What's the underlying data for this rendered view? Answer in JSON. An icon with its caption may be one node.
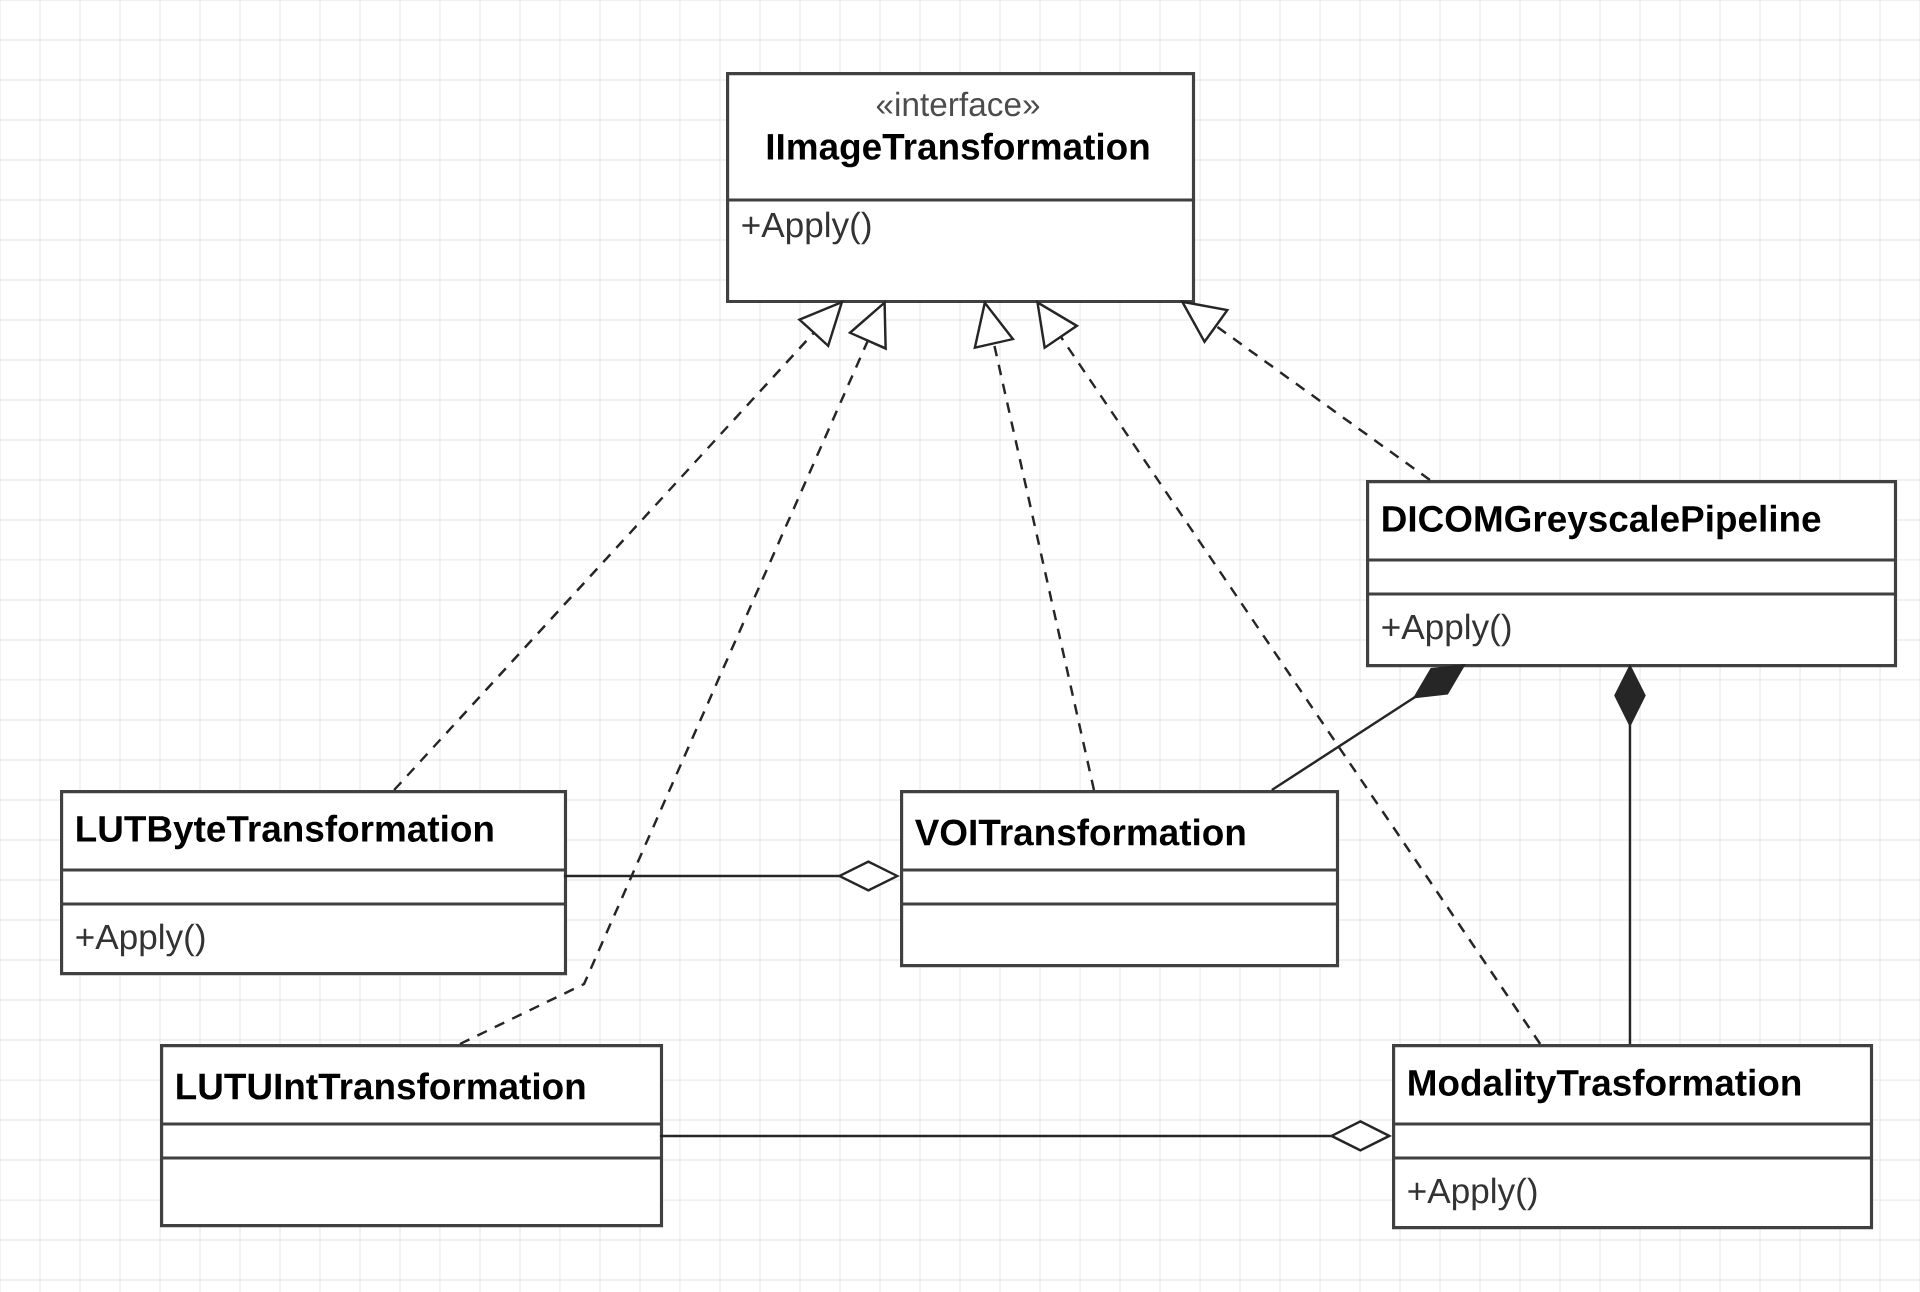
{
  "diagram": {
    "nodes": [
      {
        "text": [
          "«interface»",
          "IImageTransformation",
          "+Apply()"
        ]
      },
      {
        "text": [
          "DICOMGreyscalePipeline",
          "+Apply()"
        ]
      },
      {
        "text": [
          "LUTByteTransformation",
          "+Apply()"
        ]
      },
      {
        "text": [
          "VOITransformation"
        ]
      },
      {
        "text": [
          "LUTUIntTransformation"
        ]
      },
      {
        "text": [
          "ModalityTrasformation",
          "+Apply()"
        ]
      }
    ],
    "edges": [
      {
        "from": 2,
        "to": 0,
        "arrow": "to",
        "style": "dashed"
      },
      {
        "from": 4,
        "to": 0,
        "arrow": "to",
        "style": "dashed"
      },
      {
        "from": 3,
        "to": 0,
        "arrow": "to",
        "style": "dashed"
      },
      {
        "from": 5,
        "to": 0,
        "arrow": "to",
        "style": "dashed"
      },
      {
        "from": 1,
        "to": 0,
        "arrow": "to",
        "style": "dashed"
      },
      {
        "from": 2,
        "to": 3,
        "arrow": "other"
      },
      {
        "from": 3,
        "to": 1,
        "arrow": "other"
      },
      {
        "from": 5,
        "to": 1,
        "arrow": "other"
      },
      {
        "from": 4,
        "to": 5,
        "arrow": "other"
      }
    ]
  }
}
